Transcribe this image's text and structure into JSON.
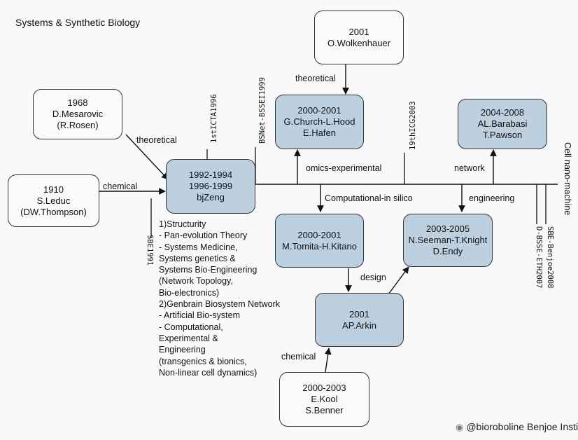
{
  "title": "Systems & Synthetic Biology",
  "nodes": {
    "leduc": {
      "lines": [
        "1910",
        "S.Leduc",
        "(DW.Thompson)"
      ]
    },
    "mesarovic": {
      "lines": [
        "1968",
        "D.Mesarovic",
        "(R.Rosen)"
      ]
    },
    "zeng": {
      "lines": [
        "1992-1994",
        "1996-1999",
        "bjZeng"
      ]
    },
    "wolkenhauer": {
      "lines": [
        "2001",
        "O.Wolkenhauer"
      ]
    },
    "church": {
      "lines": [
        "2000-2001",
        "G.Church-L.Hood",
        "E.Hafen"
      ]
    },
    "barabasi": {
      "lines": [
        "2004-2008",
        "AL.Barabasi",
        "T.Pawson"
      ]
    },
    "tomita": {
      "lines": [
        "2000-2001",
        "M.Tomita-H.Kitano"
      ]
    },
    "seeman": {
      "lines": [
        "2003-2005",
        "N.Seeman-T.Knight",
        "D.Endy"
      ]
    },
    "arkin": {
      "lines": [
        "2001",
        "AP.Arkin"
      ]
    },
    "kool": {
      "lines": [
        "2000-2003",
        "E.Kool",
        "S.Benner"
      ]
    }
  },
  "edge_labels": {
    "chemical_left": "chemical",
    "theoretical_left": "theoretical",
    "theoretical_top": "theoretical",
    "omics": "omics-experimental",
    "computational": "Computational-in silico",
    "network": "network",
    "engineering": "engineering",
    "design": "design",
    "chemical_bottom": "chemical"
  },
  "timeline_marks": {
    "sbe1991": "SBE1991",
    "icta1996": "1stICTA1996",
    "bssei1999": "BSNet-BSSEI1999",
    "icg2003": "19thICG2003",
    "bsse2007": "D-BSSE-ETH2007",
    "benjoe2008": "SBE-Benjoe2008"
  },
  "end_label": "Cell nano-machine",
  "notes": [
    "1)Structurity",
    "- Pan-evolution Theory",
    "- Systems Medicine,",
    "Systems genetics &",
    "Systems Bio-Engineering",
    "(Network Topology,",
    "Bio-electronics)",
    "2)Genbrain Biosystem Network",
    "- Artificial Bio-system",
    "- Computational,",
    "Experimental &",
    "Engineering",
    " (transgenics & bionics,",
    "Non-linear cell dynamics)"
  ],
  "watermark": {
    "icon": "weibo-icon",
    "text": "@bioroboline Benjoe Institute"
  }
}
